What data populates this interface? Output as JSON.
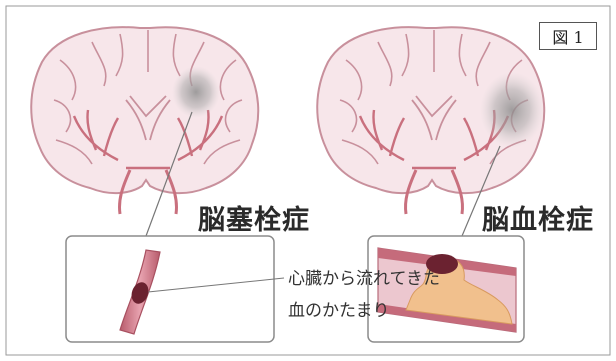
{
  "figure_label": "図 1",
  "left": {
    "title": "脳塞栓症",
    "description_line1": "心臓から流れてきた",
    "description_line2": "血のかたまり"
  },
  "right": {
    "title": "脳血栓症"
  },
  "colors": {
    "brain_fill": "#f7e6ea",
    "brain_outline": "#c8909c",
    "vessel": "#c9707e",
    "lesion": "#9a9a9a",
    "clot": "#6b2230",
    "plaque": "#f1c08d",
    "vessel_inner": "#ecc7cf"
  }
}
